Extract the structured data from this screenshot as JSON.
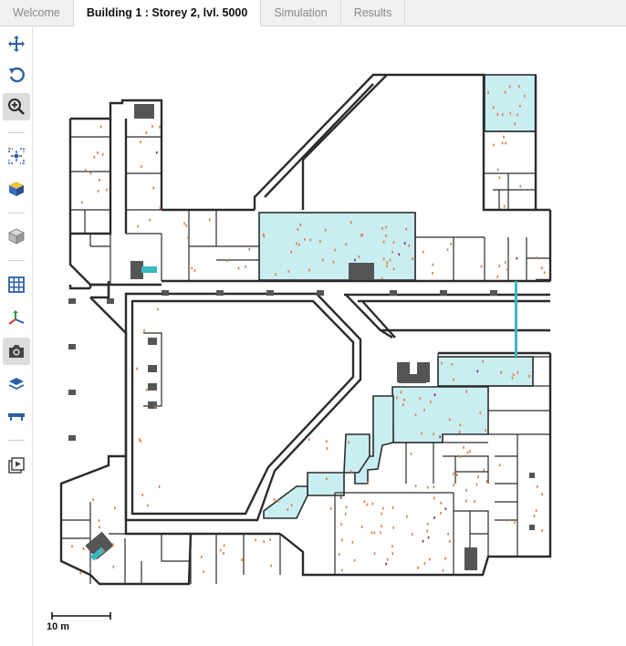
{
  "tabs": [
    {
      "label": "Welcome",
      "active": false
    },
    {
      "label": "Building 1 : Storey 2, lvl. 5000",
      "active": true
    },
    {
      "label": "Simulation",
      "active": false
    },
    {
      "label": "Results",
      "active": false
    }
  ],
  "toolbar": {
    "tools": [
      {
        "icon": "move-icon"
      },
      {
        "icon": "rotate-icon"
      },
      {
        "icon": "zoom-icon",
        "active": true
      },
      {
        "icon": "fit-view-icon"
      },
      {
        "icon": "cube-3d-icon"
      },
      {
        "icon": "cube-outline-icon"
      },
      {
        "icon": "grid-icon"
      },
      {
        "icon": "axes-icon"
      },
      {
        "icon": "camera-icon",
        "active": true
      },
      {
        "icon": "layers-icon"
      },
      {
        "icon": "measure-icon"
      },
      {
        "icon": "play-icon"
      }
    ]
  },
  "scale": {
    "label": "10 m"
  },
  "colors": {
    "wall": "#2b2b2b",
    "highlight": "#c9eef2",
    "agent": "#e07a3a",
    "stairs": "#555555",
    "accent_teal": "#3ab8c0"
  }
}
